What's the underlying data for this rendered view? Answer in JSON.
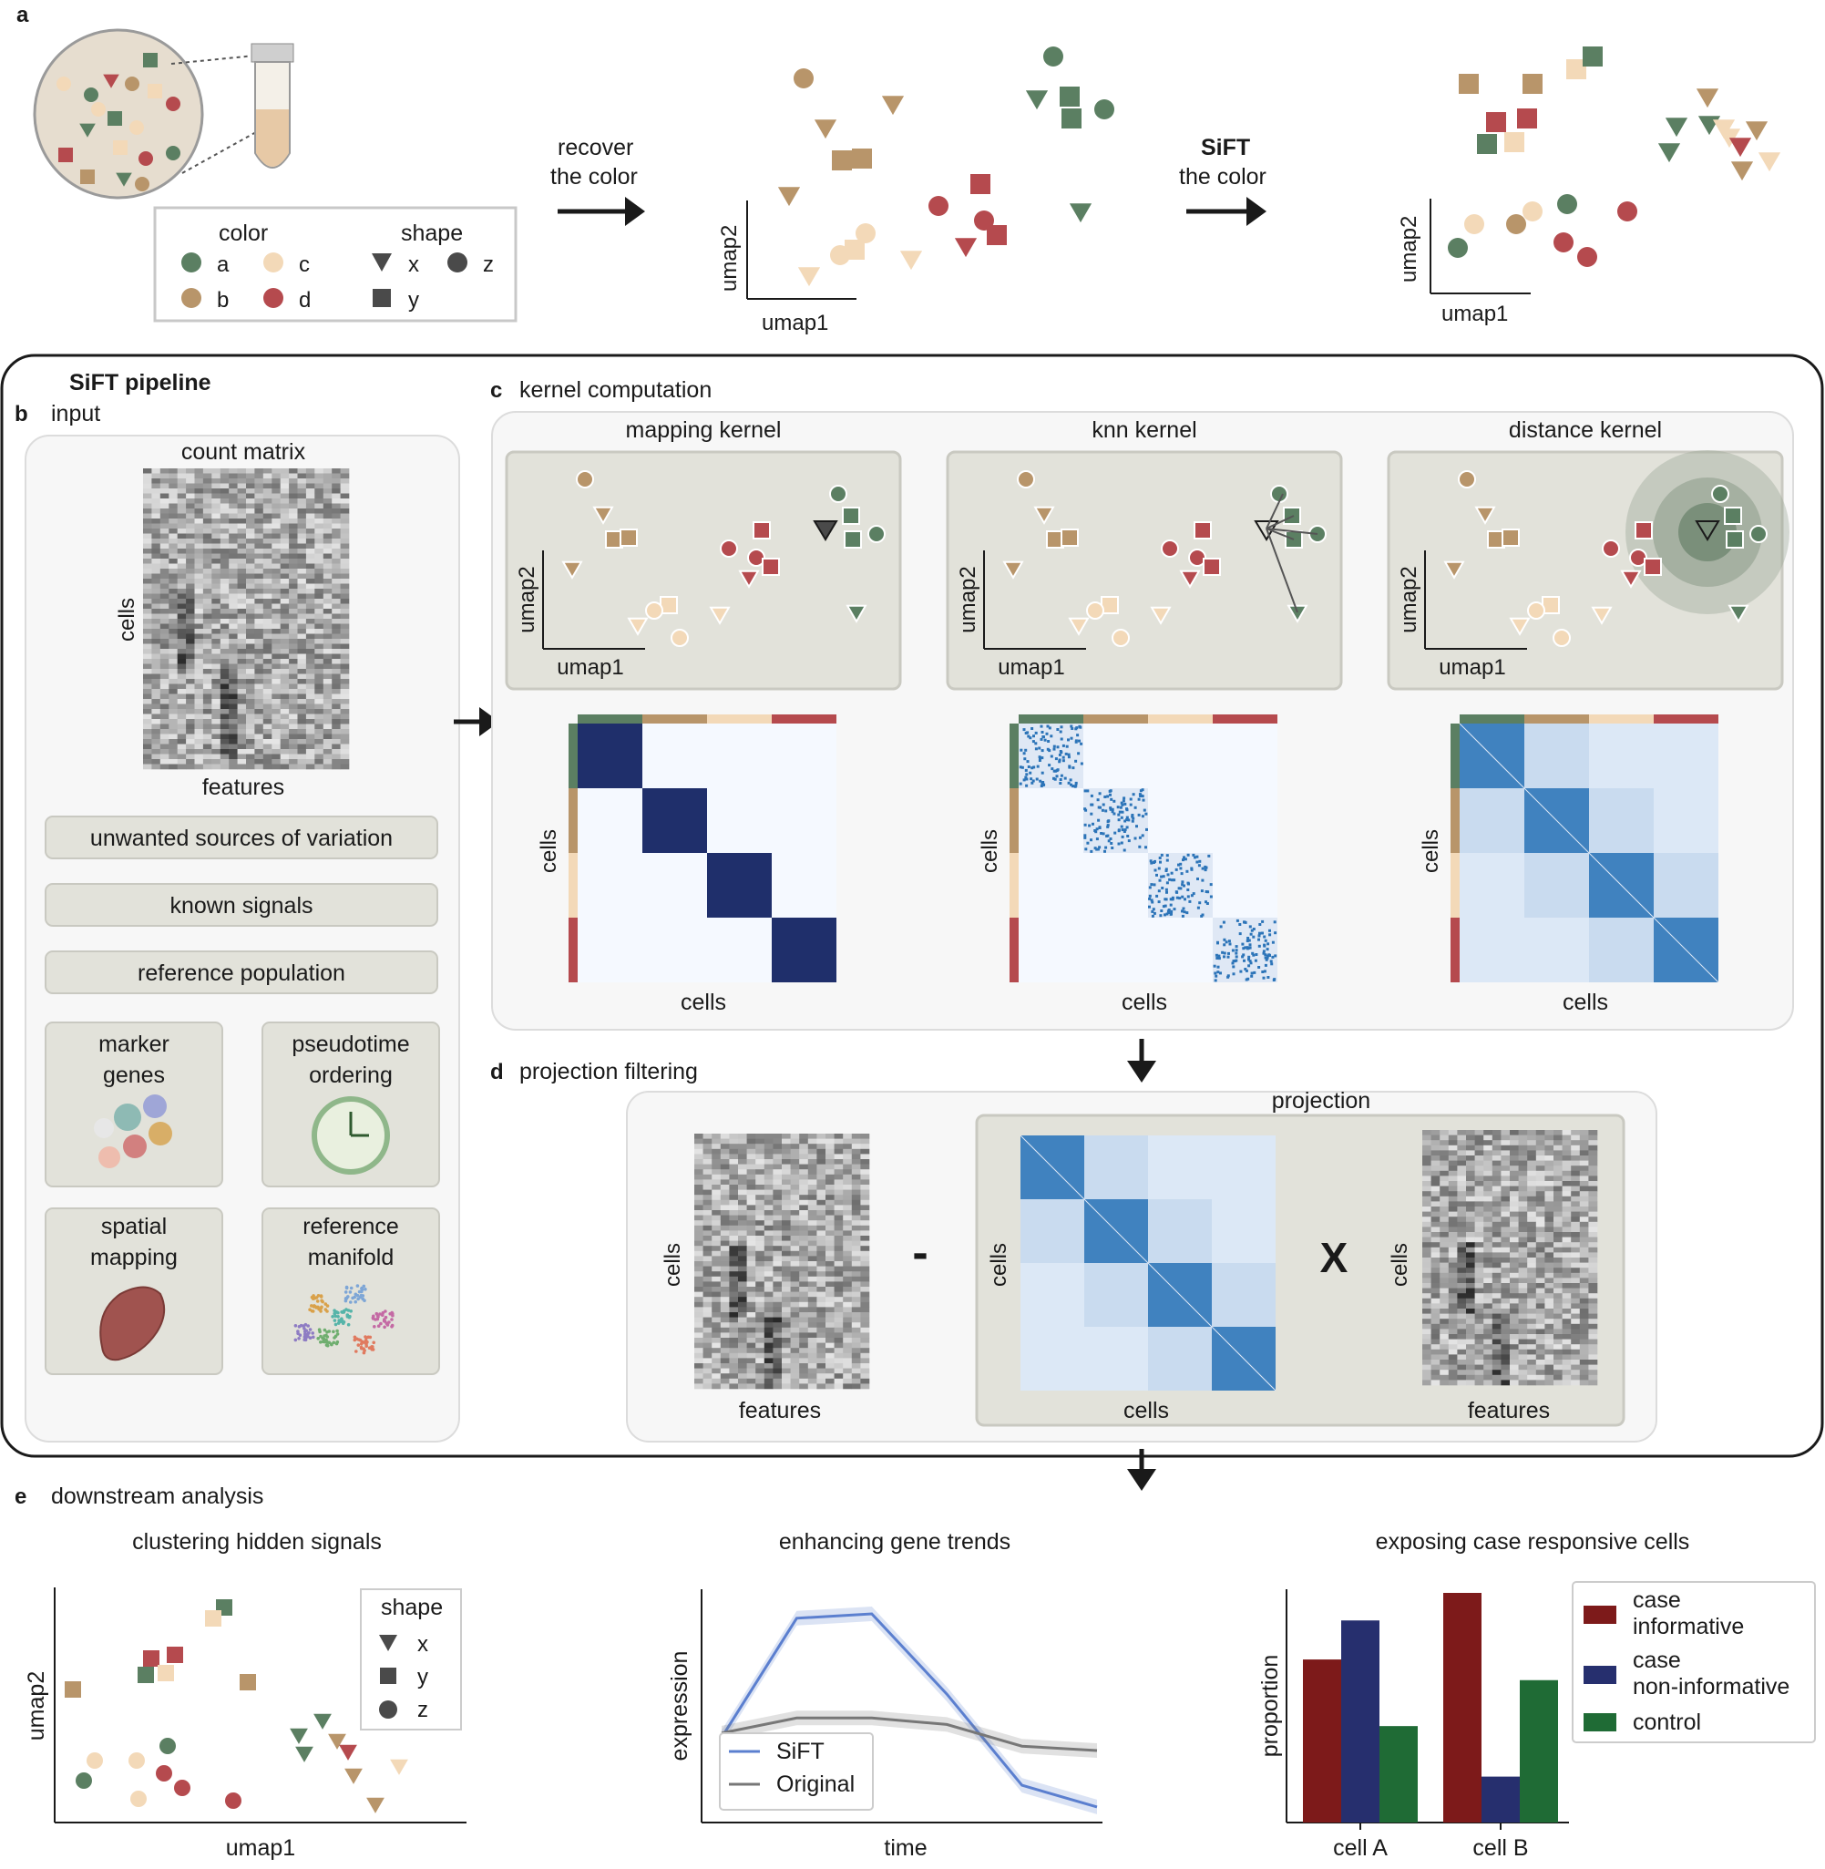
{
  "colors": {
    "a": "#5b7f62",
    "b": "#b8956a",
    "c": "#f3d9b8",
    "d": "#b54a4e",
    "grey": "#4a4a4a",
    "navy": "#1f2f6b",
    "blue": "#2c74b8",
    "case_informative": "#7d1a1a",
    "case_non_informative": "#262f6e",
    "control": "#1f6b35",
    "sift_line": "#5b7fcf",
    "original_line": "#777777"
  },
  "panel_a": {
    "letter": "a",
    "legend_color_title": "color",
    "legend_shape_title": "shape",
    "legend_color_items": [
      "a",
      "b",
      "c",
      "d"
    ],
    "legend_shape_items": [
      "x",
      "y",
      "z"
    ],
    "arrow1_line1": "recover",
    "arrow1_line2": "the color",
    "arrow2_line1": "SiFT",
    "arrow2_line2": "the color",
    "xlabel": "umap1",
    "ylabel": "umap2",
    "icons": [
      "sample-tube-icon",
      "cell-mixture-icon"
    ]
  },
  "pipeline": {
    "title": "SiFT pipeline",
    "panel_b": {
      "letter": "b",
      "label": "input",
      "count_matrix_title": "count matrix",
      "ylabel": "cells",
      "xlabel": "features",
      "options": [
        "unwanted sources of variation",
        "known signals",
        "reference population"
      ],
      "tiles": [
        {
          "line1": "marker",
          "line2": "genes",
          "icon": "marker-genes-icon"
        },
        {
          "line1": "pseudotime",
          "line2": "ordering",
          "icon": "clock-icon"
        },
        {
          "line1": "spatial",
          "line2": "mapping",
          "icon": "liver-icon"
        },
        {
          "line1": "reference",
          "line2": "manifold",
          "icon": "reference-manifold-icon"
        }
      ]
    },
    "panel_c": {
      "letter": "c",
      "label": "kernel computation",
      "kernels": [
        {
          "title": "mapping kernel",
          "xlabel": "umap1",
          "ylabel": "umap2",
          "mat_x": "cells",
          "mat_y": "cells"
        },
        {
          "title": "knn kernel",
          "xlabel": "umap1",
          "ylabel": "umap2",
          "mat_x": "cells",
          "mat_y": "cells"
        },
        {
          "title": "distance kernel",
          "xlabel": "umap1",
          "ylabel": "umap2",
          "mat_x": "cells",
          "mat_y": "cells"
        }
      ]
    },
    "panel_d": {
      "letter": "d",
      "label": "projection filtering",
      "projection_title": "projection",
      "minus": "-",
      "times": "X",
      "left_ylabel": "cells",
      "left_xlabel": "features",
      "kernel_ylabel": "cells",
      "kernel_xlabel": "cells",
      "right_ylabel": "cells",
      "right_xlabel": "features"
    }
  },
  "panel_e": {
    "letter": "e",
    "label": "downstream analysis",
    "clustering": {
      "title": "clustering hidden signals",
      "xlabel": "umap1",
      "ylabel": "umap2",
      "legend_title": "shape",
      "legend_items": [
        "x",
        "y",
        "z"
      ]
    },
    "trends": {
      "title": "enhancing gene trends",
      "xlabel": "time",
      "ylabel": "expression",
      "legend": [
        "SiFT",
        "Original"
      ]
    },
    "responsive": {
      "title": "exposing case responsive cells",
      "ylabel": "proportion",
      "categories": [
        "cell A",
        "cell B"
      ],
      "legend": [
        {
          "line1": "case",
          "line2": "informative"
        },
        {
          "line1": "case",
          "line2": "non-informative"
        },
        {
          "line1": "control",
          "line2": ""
        }
      ]
    }
  },
  "chart_data": [
    {
      "type": "line",
      "title": "enhancing gene trends",
      "xlabel": "time",
      "ylabel": "expression",
      "x": [
        0,
        1,
        2,
        3,
        4,
        5
      ],
      "series": [
        {
          "name": "SiFT",
          "values": [
            0.35,
            0.9,
            0.92,
            0.55,
            0.13,
            0.03
          ]
        },
        {
          "name": "Original",
          "values": [
            0.37,
            0.44,
            0.44,
            0.41,
            0.31,
            0.29
          ]
        }
      ],
      "ylim": [
        0,
        1
      ],
      "legend": "bottom-left"
    },
    {
      "type": "bar",
      "title": "exposing case responsive cells",
      "ylabel": "proportion",
      "categories": [
        "cell A",
        "cell B"
      ],
      "series": [
        {
          "name": "case informative",
          "values": [
            0.71,
            1.0
          ]
        },
        {
          "name": "case non-informative",
          "values": [
            0.88,
            0.2
          ]
        },
        {
          "name": "control",
          "values": [
            0.42,
            0.62
          ]
        }
      ],
      "ylim": [
        0,
        1
      ],
      "legend": "right"
    }
  ]
}
